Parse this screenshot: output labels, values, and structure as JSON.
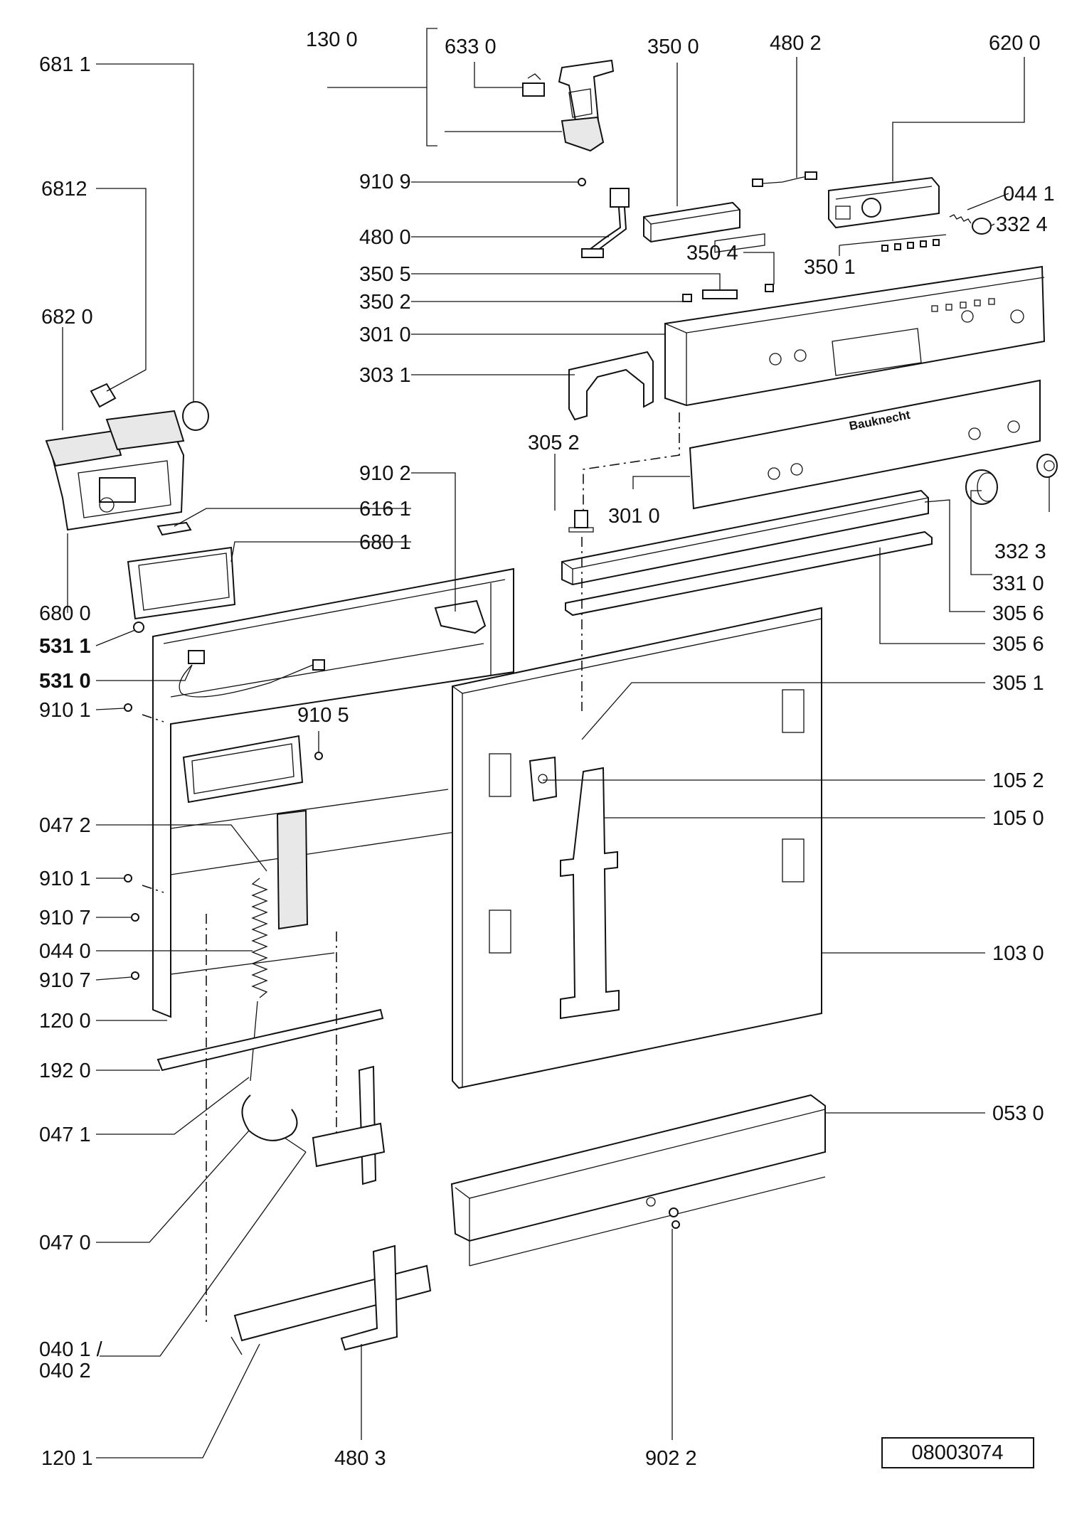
{
  "callouts": [
    {
      "id": "c-681-1",
      "text": "681 1"
    },
    {
      "id": "c-6812",
      "text": "6812"
    },
    {
      "id": "c-682-0",
      "text": "682 0"
    },
    {
      "id": "c-680-0",
      "text": "680 0"
    },
    {
      "id": "c-130-0",
      "text": "130 0"
    },
    {
      "id": "c-633-0",
      "text": "633 0"
    },
    {
      "id": "c-350-0",
      "text": "350 0"
    },
    {
      "id": "c-480-2",
      "text": "480 2"
    },
    {
      "id": "c-620-0",
      "text": "620 0"
    },
    {
      "id": "c-910-9",
      "text": "910 9"
    },
    {
      "id": "c-044-1",
      "text": "044 1"
    },
    {
      "id": "c-332-4",
      "text": "332 4"
    },
    {
      "id": "c-480-0",
      "text": "480 0"
    },
    {
      "id": "c-350-4",
      "text": "350 4"
    },
    {
      "id": "c-350-1",
      "text": "350 1"
    },
    {
      "id": "c-350-5",
      "text": "350 5"
    },
    {
      "id": "c-350-2",
      "text": "350 2"
    },
    {
      "id": "c-301-0-a",
      "text": "301 0"
    },
    {
      "id": "c-303-1",
      "text": "303 1"
    },
    {
      "id": "c-305-2",
      "text": "305 2"
    },
    {
      "id": "c-301-0-b",
      "text": "301 0"
    },
    {
      "id": "c-910-2",
      "text": "910 2"
    },
    {
      "id": "c-616-1",
      "text": "616 1"
    },
    {
      "id": "c-680-1",
      "text": "680 1"
    },
    {
      "id": "c-332-3",
      "text": "332 3"
    },
    {
      "id": "c-331-0",
      "text": "331 0"
    },
    {
      "id": "c-305-6-a",
      "text": "305 6"
    },
    {
      "id": "c-305-6-b",
      "text": "305 6"
    },
    {
      "id": "c-531-1",
      "text": "531 1"
    },
    {
      "id": "c-531-0",
      "text": "531 0"
    },
    {
      "id": "c-305-1",
      "text": "305 1"
    },
    {
      "id": "c-910-1-a",
      "text": "910 1"
    },
    {
      "id": "c-910-5",
      "text": "910 5"
    },
    {
      "id": "c-105-2",
      "text": "105 2"
    },
    {
      "id": "c-105-0",
      "text": "105 0"
    },
    {
      "id": "c-047-2",
      "text": "047 2"
    },
    {
      "id": "c-910-1-b",
      "text": "910 1"
    },
    {
      "id": "c-910-7-a",
      "text": "910 7"
    },
    {
      "id": "c-044-0",
      "text": "044 0"
    },
    {
      "id": "c-103-0",
      "text": "103 0"
    },
    {
      "id": "c-910-7-b",
      "text": "910 7"
    },
    {
      "id": "c-120-0",
      "text": "120 0"
    },
    {
      "id": "c-192-0",
      "text": "192 0"
    },
    {
      "id": "c-053-0",
      "text": "053 0"
    },
    {
      "id": "c-047-1",
      "text": "047 1"
    },
    {
      "id": "c-047-0",
      "text": "047 0"
    },
    {
      "id": "c-040-1",
      "text": "040 1 /"
    },
    {
      "id": "c-040-2",
      "text": "040 2"
    },
    {
      "id": "c-120-1",
      "text": "120 1"
    },
    {
      "id": "c-480-3",
      "text": "480 3"
    },
    {
      "id": "c-902-2",
      "text": "902 2"
    }
  ],
  "drawing_number": "08003074",
  "panel_brand": "Bauknecht"
}
